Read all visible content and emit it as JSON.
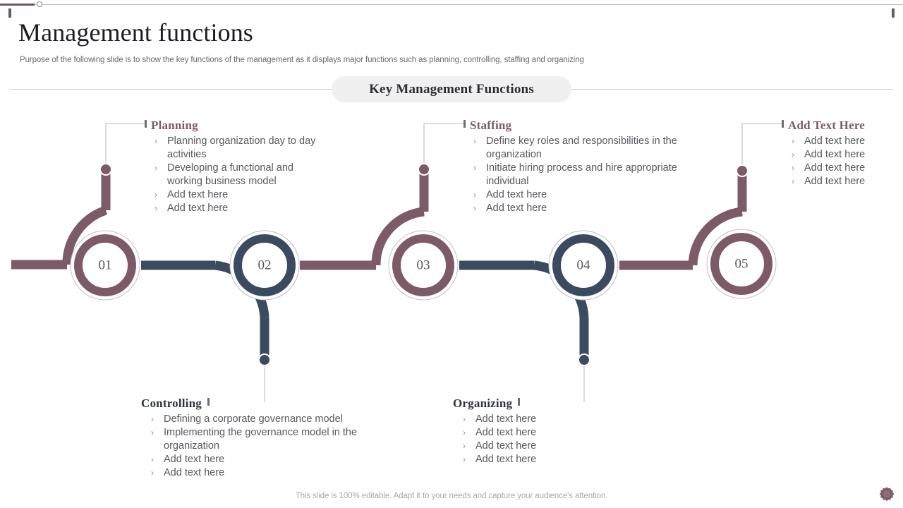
{
  "slide": {
    "title": "Management functions",
    "subtitle": "Purpose of the following slide is to show the key functions of the management as it displays major functions such as planning, controlling, staffing and organizing",
    "banner_label": "Key Management Functions",
    "footer_note": "This slide is 100% editable. Adapt it to your needs and capture your audience's attention.",
    "gear_icon": "gear-icon"
  },
  "colors": {
    "mauve": "#7C5A68",
    "navy": "#3A4A61",
    "heading_navy": "#2e3442",
    "body_text": "#58585e",
    "banner_bg": "#f1f0f0",
    "rule": "#c9c7cb"
  },
  "nodes": [
    {
      "number": "01",
      "color": "mauve"
    },
    {
      "number": "02",
      "color": "navy"
    },
    {
      "number": "03",
      "color": "mauve"
    },
    {
      "number": "04",
      "color": "navy"
    },
    {
      "number": "05",
      "color": "mauve"
    }
  ],
  "sections": [
    {
      "id": "planning",
      "title": "Planning",
      "color": "mauve",
      "position": "top",
      "items": [
        "Planning organization day to day activities",
        "Developing a functional and working business model",
        "Add text here",
        "Add text here"
      ]
    },
    {
      "id": "controlling",
      "title": "Controlling",
      "color": "navy",
      "position": "bottom",
      "items": [
        "Defining a corporate governance model",
        "Implementing the governance model in the organization",
        "Add text here",
        "Add text here"
      ]
    },
    {
      "id": "staffing",
      "title": "Staffing",
      "color": "mauve",
      "position": "top",
      "items": [
        "Define key roles and responsibilities in the organization",
        "Initiate hiring process and hire appropriate individual",
        "Add text here",
        "Add text here"
      ]
    },
    {
      "id": "organizing",
      "title": "Organizing",
      "color": "navy",
      "position": "bottom",
      "items": [
        "Add text here",
        "Add text here",
        "Add text here",
        "Add text here"
      ]
    },
    {
      "id": "add-text-here",
      "title": "Add Text Here",
      "color": "mauve",
      "position": "top",
      "items": [
        "Add text here",
        "Add text here",
        "Add text here",
        "Add text here"
      ]
    }
  ],
  "bullet_glyph": "›"
}
